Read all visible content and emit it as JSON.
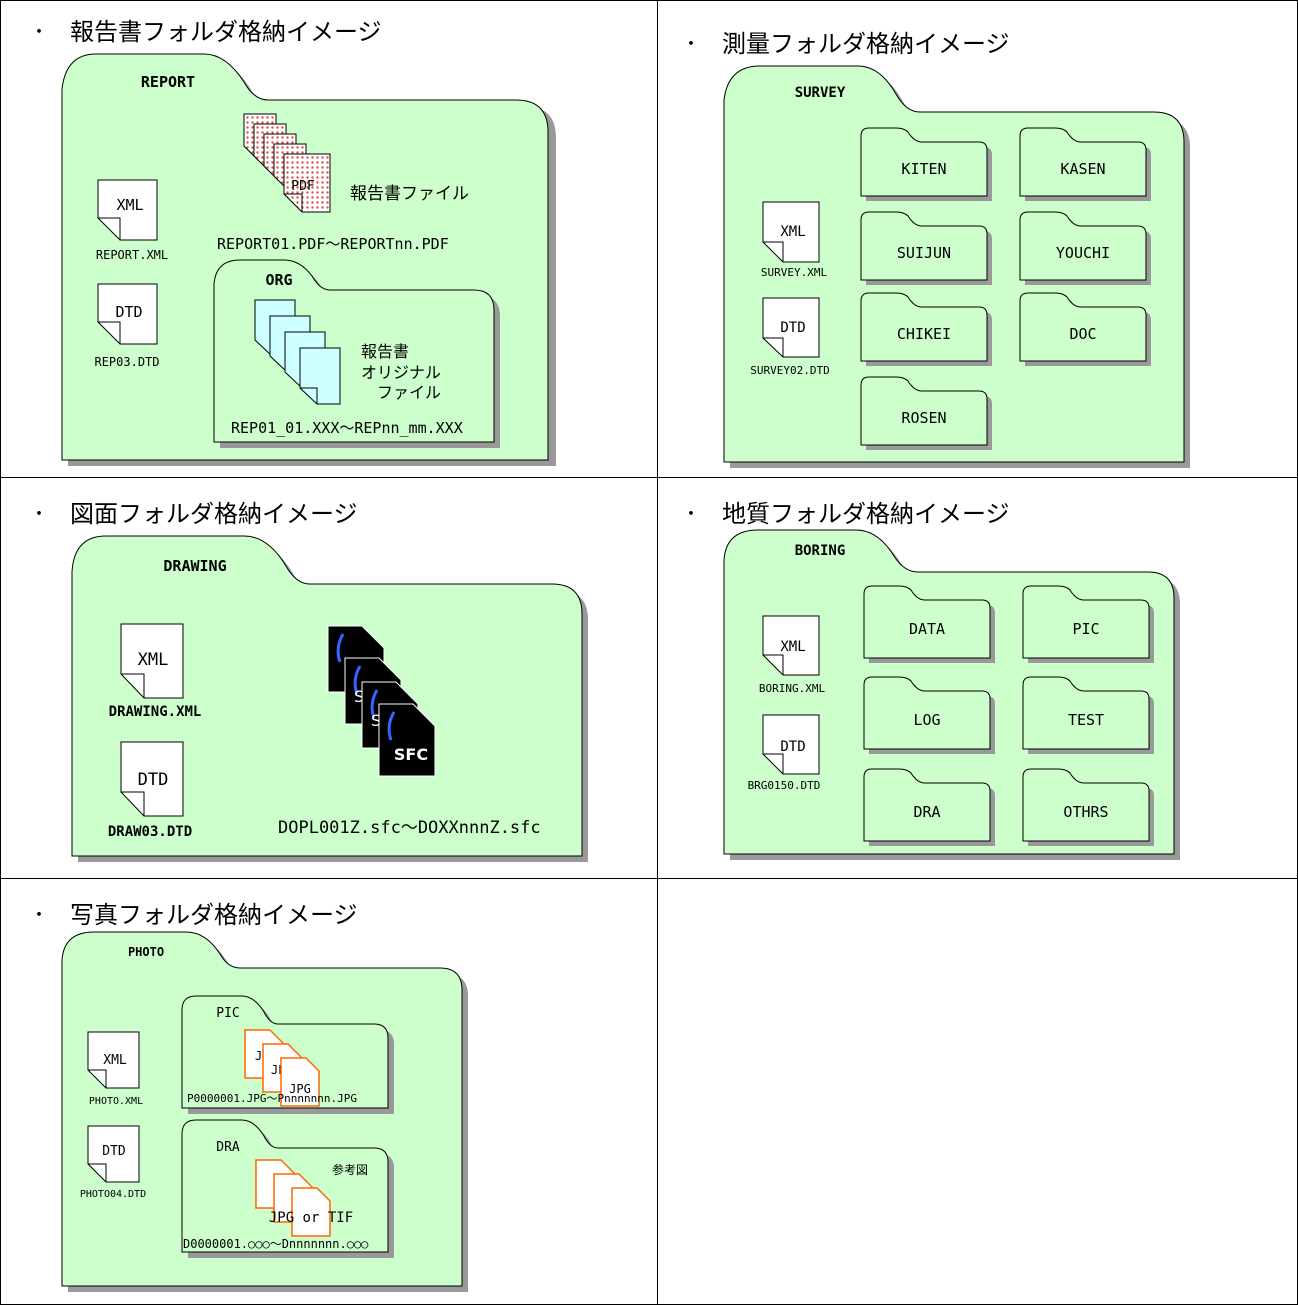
{
  "bullet": "・",
  "panels": {
    "report": {
      "title": "報告書フォルダ格納イメージ",
      "folder": "REPORT",
      "xml_label": "XML",
      "xml_file": "REPORT.XML",
      "dtd_label": "DTD",
      "dtd_file": "REP03.DTD",
      "pdf_label": "PDF",
      "report_files_caption": "報告書ファイル",
      "report_files_range": "REPORT01.PDF〜REPORTnn.PDF",
      "org_folder": "ORG",
      "org_caption_1": "報告書",
      "org_caption_2": "オリジナル",
      "org_caption_3": "ファイル",
      "org_range": "REP01_01.XXX〜REPnn_mm.XXX"
    },
    "survey": {
      "title": "測量フォルダ格納イメージ",
      "folder": "SURVEY",
      "xml_label": "XML",
      "xml_file": "SURVEY.XML",
      "dtd_label": "DTD",
      "dtd_file": "SURVEY02.DTD",
      "subfolders": [
        "KITEN",
        "KASEN",
        "SUIJUN",
        "YOUCHI",
        "CHIKEI",
        "DOC",
        "ROSEN"
      ]
    },
    "drawing": {
      "title": "図面フォルダ格納イメージ",
      "folder": "DRAWING",
      "xml_label": "XML",
      "xml_file": "DRAWING.XML",
      "dtd_label": "DTD",
      "dtd_file": "DRAW03.DTD",
      "sfc_label": "SFC",
      "sfc_partial": "S",
      "files_range": "DOPL001Z.sfc〜DOXXnnnZ.sfc"
    },
    "boring": {
      "title": "地質フォルダ格納イメージ",
      "folder": "BORING",
      "xml_label": "XML",
      "xml_file": "BORING.XML",
      "dtd_label": "DTD",
      "dtd_file": "BRG0150.DTD",
      "subfolders": [
        "DATA",
        "PIC",
        "LOG",
        "TEST",
        "DRA",
        "OTHRS"
      ]
    },
    "photo": {
      "title": "写真フォルダ格納イメージ",
      "folder": "PHOTO",
      "xml_label": "XML",
      "xml_file": "PHOTO.XML",
      "dtd_label": "DTD",
      "dtd_file": "PHOTO04.DTD",
      "pic_folder": "PIC",
      "jpg_partial": "JP",
      "jpg_label": "JPG",
      "pic_range": "P0000001.JPG〜Pnnnnnnn.JPG",
      "dra_folder": "DRA",
      "dra_caption": "参考図",
      "dra_format": "JPG or TIF",
      "dra_range": "D0000001.○○○〜Dnnnnnnn.○○○"
    }
  },
  "colors": {
    "folder_fill": "#ccffcc",
    "shadow": "#999999",
    "pdf_dot": "#e05050",
    "org_doc_fill": "#ccffff",
    "jpg_outline": "#ff6600",
    "sfc_fill": "#000000",
    "sfc_arc": "#3366ff"
  }
}
